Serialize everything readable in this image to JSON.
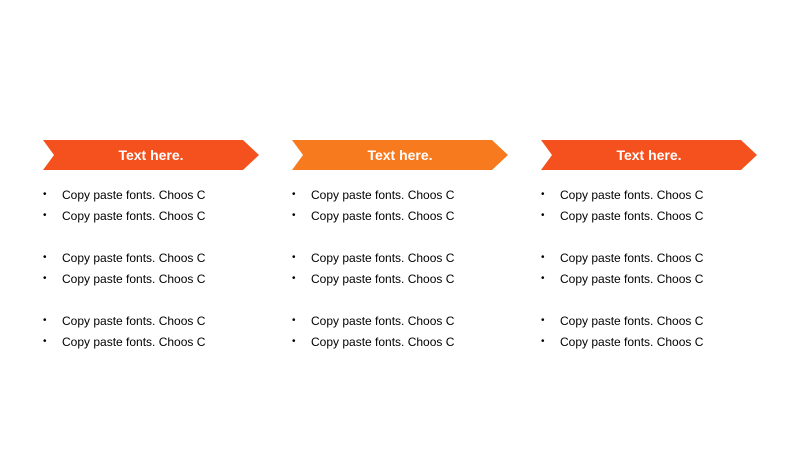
{
  "columns": [
    {
      "title": "Text here.",
      "color": "#f4511e",
      "items": [
        "Copy paste fonts. Choos C",
        "Copy paste fonts. Choos C",
        "Copy paste fonts. Choos C",
        "Copy paste fonts. Choos C",
        "Copy paste fonts. Choos C",
        "Copy paste fonts. Choos C"
      ]
    },
    {
      "title": "Text here.",
      "color": "#f77a1f",
      "items": [
        "Copy paste fonts. Choos C",
        "Copy paste fonts. Choos C",
        "Copy paste fonts. Choos C",
        "Copy paste fonts. Choos C",
        "Copy paste fonts. Choos C",
        "Copy paste fonts. Choos C"
      ]
    },
    {
      "title": "Text here.",
      "color": "#f4511e",
      "items": [
        "Copy paste fonts. Choos C",
        "Copy paste fonts. Choos C",
        "Copy paste fonts. Choos C",
        "Copy paste fonts. Choos C",
        "Copy paste fonts. Choos C",
        "Copy paste fonts. Choos C"
      ]
    }
  ],
  "bullet_glyph": "•"
}
